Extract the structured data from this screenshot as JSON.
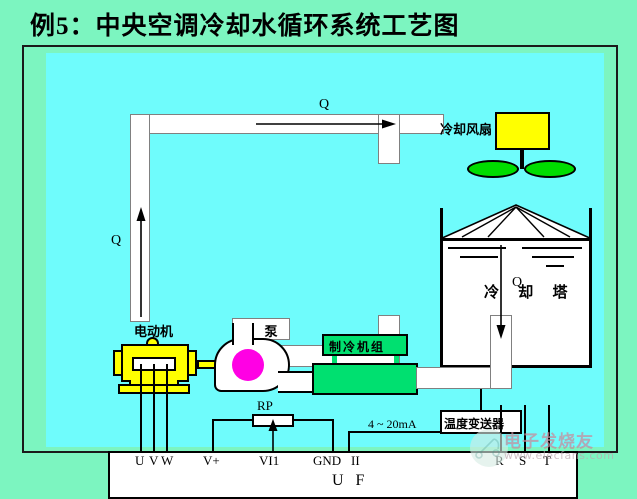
{
  "title": "例5：中央空调冷却水循环系统工艺图",
  "diagram": {
    "fan": {
      "label": "冷却风扇"
    },
    "cooling_tower": {
      "label": "冷 却 塔"
    },
    "motor": {
      "label": "电动机"
    },
    "pump": {
      "label": "水  泵"
    },
    "chiller": {
      "label": "制冷机组"
    },
    "temperature_transmitter": {
      "label": "温度变送器"
    },
    "signal": {
      "current_loop": "4 ~ 20mA"
    },
    "potentiometer": {
      "label": "RP"
    },
    "inverter": {
      "label": "U  F"
    },
    "flow_labels": {
      "top": "Q",
      "left": "Q",
      "right": "Q"
    },
    "terminals": {
      "motor_side": [
        "U",
        "V",
        "W"
      ],
      "control": [
        "V+",
        "VI1",
        "GND",
        "II"
      ],
      "supply": [
        "R",
        "S",
        "T"
      ]
    }
  },
  "watermark": {
    "brand": "电子发烧友",
    "url": "www.elecfans.com"
  },
  "colors": {
    "page_background": "#7CF5C0",
    "canvas_background": "#6FFCFC",
    "fan_motor": "#FFFF00",
    "fan_blade": "#00DD00",
    "motor_body": "#FFFF00",
    "impeller": "#FF00E4",
    "chiller": "#00E070",
    "pipe": "#FFFFFF",
    "outline": "#000000"
  }
}
